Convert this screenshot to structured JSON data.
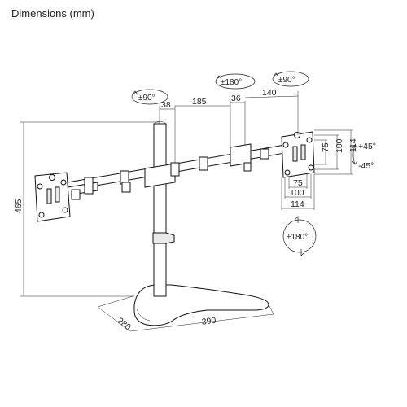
{
  "title": "Dimensions (mm)",
  "dimensions": {
    "arm_38": "38",
    "arm_185": "185",
    "arm_36": "36",
    "arm_140": "140",
    "height_465": "465",
    "base_depth_280": "280",
    "base_width_390": "390",
    "vesa_75_v": "75",
    "vesa_100_v": "100",
    "vesa_114_v": "114",
    "vesa_75_h": "75",
    "vesa_100_h": "100",
    "vesa_114_h": "114"
  },
  "rotation": {
    "swivel_90_left": "±90°",
    "swivel_180_mid": "±180°",
    "swivel_90_right": "±90°",
    "rotate_180_plate": "±180°"
  },
  "tilt": {
    "up": "+45°",
    "down": "-45°"
  }
}
